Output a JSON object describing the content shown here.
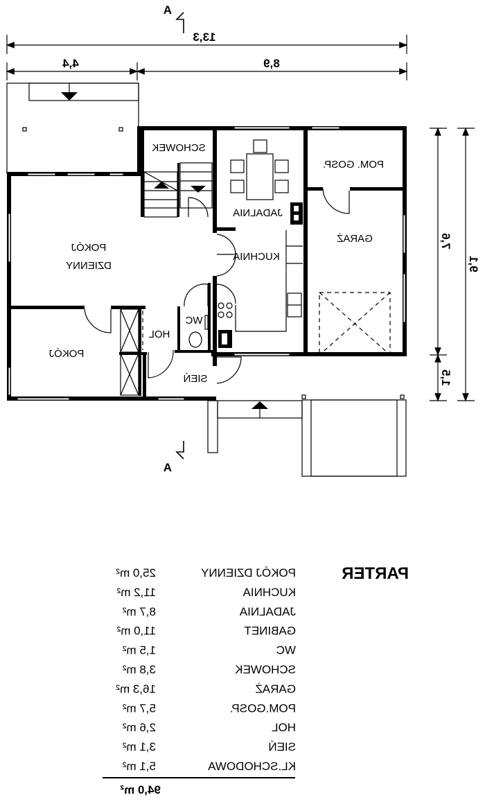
{
  "section_mark": "A",
  "dimensions": {
    "total_width": "13,3",
    "left_width": "4,4",
    "right_width": "8,9",
    "right_inner_height": "7,6",
    "right_porch_height": "1,5",
    "right_total_height": "9,1"
  },
  "rooms": {
    "schowek": "SCHOWEK",
    "jadalnia": "JADALNIA",
    "pom_gosp": "POM. GOSP.",
    "garaz": "GARAŻ",
    "pokoj_dzienny_1": "POKÓJ",
    "pokoj_dzienny_2": "DZIENNY",
    "kuchnia": "KUCHNIA",
    "wc": "WC",
    "hol": "HOL",
    "pokoj": "POKÓJ",
    "sien": "SIEŃ"
  },
  "area_table": {
    "title": "PARTER",
    "rows": [
      {
        "name": "POKÓJ DZIENNY",
        "area": "25,0 m²"
      },
      {
        "name": "KUCHNIA",
        "area": "11,2 m²"
      },
      {
        "name": "JADALNIA",
        "area": "8,7 m²"
      },
      {
        "name": "GABINET",
        "area": "11,0 m²"
      },
      {
        "name": "WC",
        "area": "1,5 m²"
      },
      {
        "name": "SCHOWEK",
        "area": "3,8 m²"
      },
      {
        "name": "GARAŻ",
        "area": "16,3 m²"
      },
      {
        "name": "POM.GOSP.",
        "area": "5,7 m²"
      },
      {
        "name": "HOL",
        "area": "2,6 m²"
      },
      {
        "name": "SIEŃ",
        "area": "3,1 m²"
      },
      {
        "name": "KL.SCHODOWA",
        "area": "5,1 m²"
      }
    ],
    "total": "94,0 m²"
  }
}
